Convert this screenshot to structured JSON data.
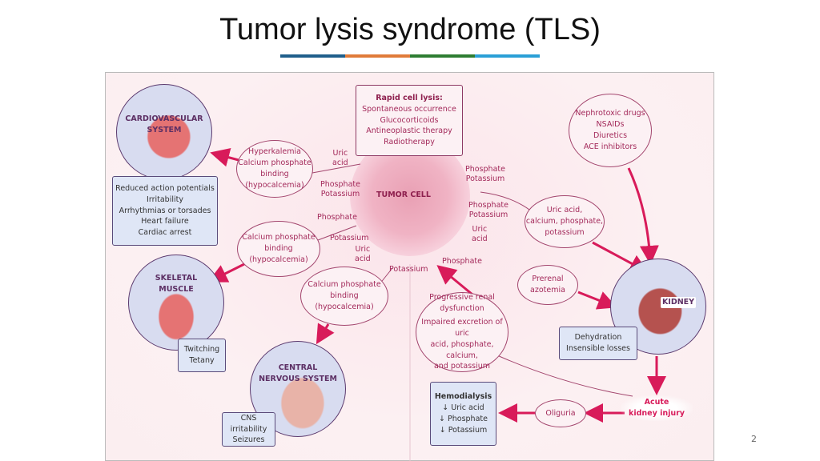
{
  "title": "Tumor lysis syndrome (TLS)",
  "title_bar_colors": [
    "#1f5f8b",
    "#e07b39",
    "#2e7d32",
    "#2a9fd6"
  ],
  "page_number": "2",
  "diagram": {
    "center": "TUMOR CELL",
    "rapid_lysis": {
      "heading": "Rapid cell lysis:",
      "items": [
        "Spontaneous occurrence",
        "Glucocorticoids",
        "Antineoplastic therapy",
        "Radiotherapy"
      ]
    },
    "cardio": {
      "label": [
        "CARDIOVASCULAR",
        "SYSTEM"
      ],
      "cause": [
        "Hyperkalemia",
        "Calcium phosphate",
        "binding",
        "(hypocalcemia)"
      ],
      "effects": [
        "Reduced action potentials",
        "Irritability",
        "Arrhythmias or torsades",
        "Heart failure",
        "Cardiac arrest"
      ]
    },
    "skeletal": {
      "label": [
        "SKELETAL",
        "MUSCLE"
      ],
      "cause": [
        "Calcium phosphate",
        "binding",
        "(hypocalcemia)"
      ],
      "effects": [
        "Twitching",
        "Tetany"
      ]
    },
    "cns": {
      "label": [
        "CENTRAL",
        "NERVOUS SYSTEM"
      ],
      "cause": [
        "Calcium phosphate",
        "binding",
        "(hypocalcemia)"
      ],
      "effects": [
        "CNS irritability",
        "Seizures"
      ]
    },
    "kidney": {
      "label": "KIDNEY",
      "nephrotoxic": [
        "Nephrotoxic drugs",
        "NSAIDs",
        "Diuretics",
        "ACE inhibitors"
      ],
      "solutes": [
        "Uric acid,",
        "calcium, phosphate,",
        "potassium"
      ],
      "prerenal": [
        "Prerenal",
        "azotemia"
      ],
      "effects": [
        "Dehydration",
        "Insensible losses"
      ]
    },
    "renal": [
      "Progressive renal",
      "dysfunction",
      "Impaired excretion of uric",
      "acid, phosphate, calcium,",
      "and potassium"
    ],
    "aki": [
      "Acute",
      "kidney injury"
    ],
    "oliguria": "Oliguria",
    "hemodialysis": {
      "heading": "Hemodialysis",
      "items": [
        "↓ Uric acid",
        "↓ Phosphate",
        "↓ Potassium"
      ]
    },
    "tumor_labels": {
      "l1": [
        "Uric",
        "acid"
      ],
      "l2": [
        "Phosphate",
        "Potassium"
      ],
      "l3": "Phosphate",
      "l4": "Potassium",
      "l5": [
        "Uric",
        "acid"
      ],
      "l6": "Potassium",
      "r1": [
        "Phosphate",
        "Potassium"
      ],
      "r2": [
        "Phosphate",
        "Potassium"
      ],
      "r3": [
        "Uric",
        "acid"
      ],
      "r4": "Phosphate"
    }
  }
}
